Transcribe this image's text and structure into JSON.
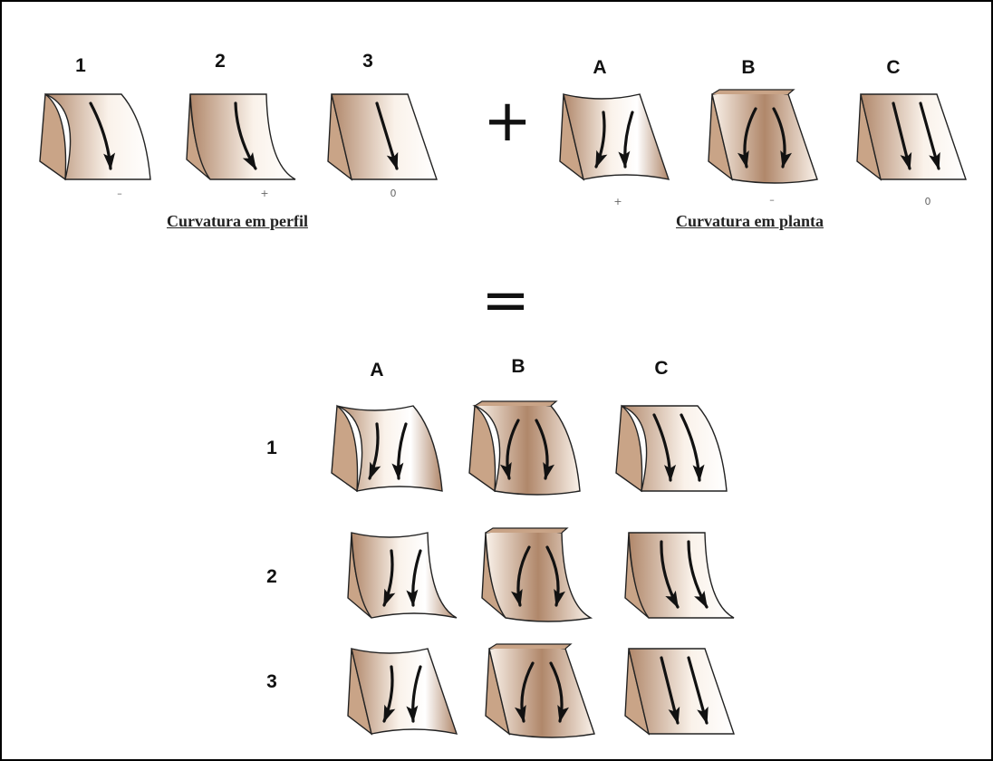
{
  "profile_curvature": {
    "caption": "Curvatura em perfil",
    "forms": [
      {
        "label": "1",
        "sign": "–",
        "shape": "convex"
      },
      {
        "label": "2",
        "sign": "+",
        "shape": "concave"
      },
      {
        "label": "3",
        "sign": "0",
        "shape": "planar"
      }
    ]
  },
  "plan_curvature": {
    "caption": "Curvatura em planta",
    "forms": [
      {
        "label": "A",
        "sign": "+",
        "shape": "convergent"
      },
      {
        "label": "B",
        "sign": "–",
        "shape": "divergent"
      },
      {
        "label": "C",
        "sign": "0",
        "shape": "planar"
      }
    ]
  },
  "operators": {
    "plus": "+",
    "equals": "="
  },
  "matrix": {
    "column_labels": [
      "A",
      "B",
      "C"
    ],
    "row_labels": [
      "1",
      "2",
      "3"
    ]
  },
  "colors": {
    "surface_dark": "#b0876a",
    "surface_light": "#faf2ea",
    "side_face": "#c9a487",
    "outline": "#222222",
    "arrow": "#111111"
  }
}
